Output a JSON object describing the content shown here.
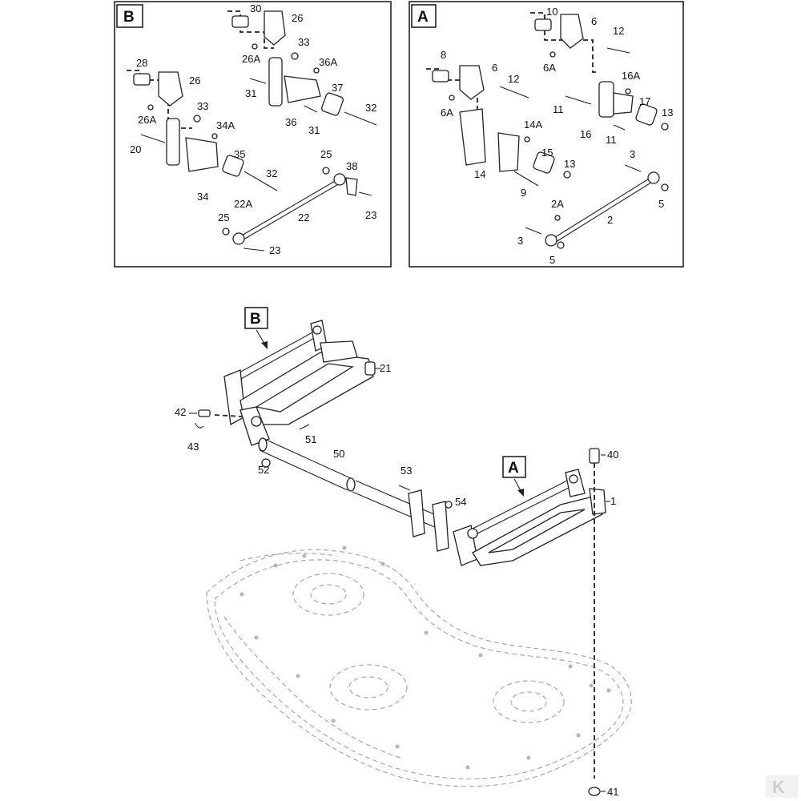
{
  "panels": {
    "B": {
      "tag": "B",
      "labels": [
        "30",
        "26",
        "33",
        "36A",
        "28",
        "26",
        "26A",
        "33",
        "34A",
        "31",
        "37",
        "32",
        "26A",
        "36",
        "31",
        "20",
        "35",
        "32",
        "34",
        "25",
        "38",
        "22A",
        "25",
        "22",
        "23",
        "23"
      ]
    },
    "A": {
      "tag": "A",
      "labels": [
        "10",
        "6",
        "12",
        "8",
        "6",
        "6A",
        "12",
        "16A",
        "6A",
        "11",
        "17",
        "13",
        "14A",
        "16",
        "11",
        "15",
        "13",
        "14",
        "9",
        "3",
        "2A",
        "2",
        "5",
        "3",
        "5"
      ]
    }
  },
  "main": {
    "tagB": "B",
    "tagA": "A",
    "labels": [
      "21",
      "42",
      "43",
      "51",
      "52",
      "50",
      "40",
      "53",
      "54",
      "1",
      "41"
    ]
  },
  "watermark": "K"
}
